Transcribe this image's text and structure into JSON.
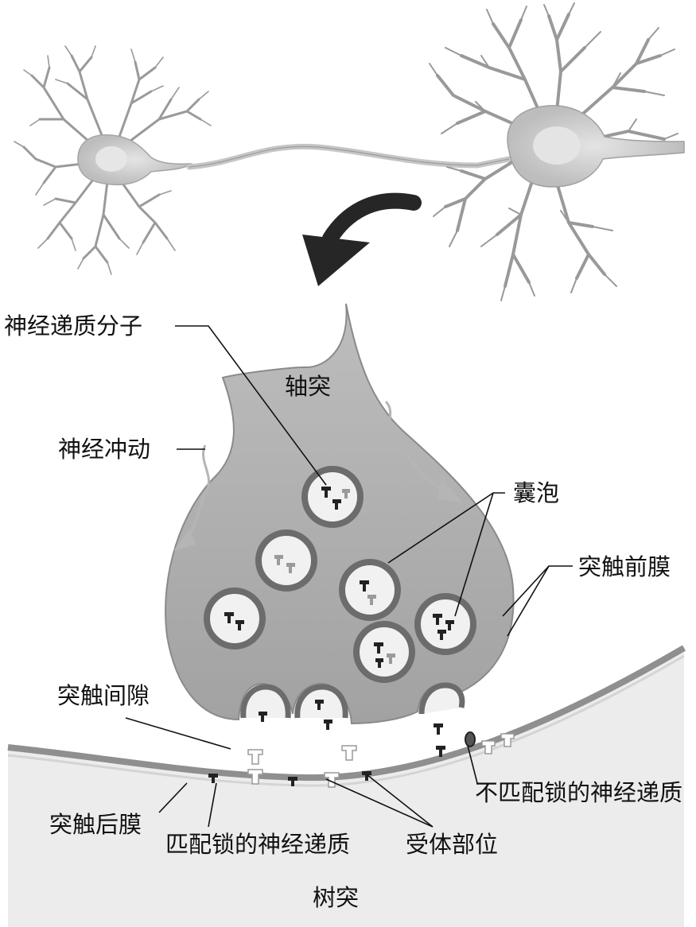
{
  "labels": {
    "neurotransmitter_molecule": "神经递质分子",
    "axon": "轴突",
    "nerve_impulse": "神经冲动",
    "vesicle": "囊泡",
    "presynaptic_membrane": "突触前膜",
    "synaptic_cleft": "突触间隙",
    "unmatched_neurotransmitter": "不匹配锁的神经递质",
    "postsynaptic_membrane": "突触后膜",
    "matched_neurotransmitter": "匹配锁的神经递质",
    "receptor_site": "受体部位",
    "dendrite": "树突"
  },
  "colors": {
    "neuron_body": "#cfcfcf",
    "nucleus": "#e2e2e2",
    "terminal": "#a9a9a9",
    "vesicle_ring": "#6c6c6c",
    "vesicle_fill": "#f1f1f1",
    "molecule_dark": "#222222",
    "molecule_light": "#9a9a9a",
    "dendrite_fill": "#e9e9e9",
    "membrane": "#8f8f8f",
    "arrow": "#262626",
    "ink": "#111111"
  }
}
